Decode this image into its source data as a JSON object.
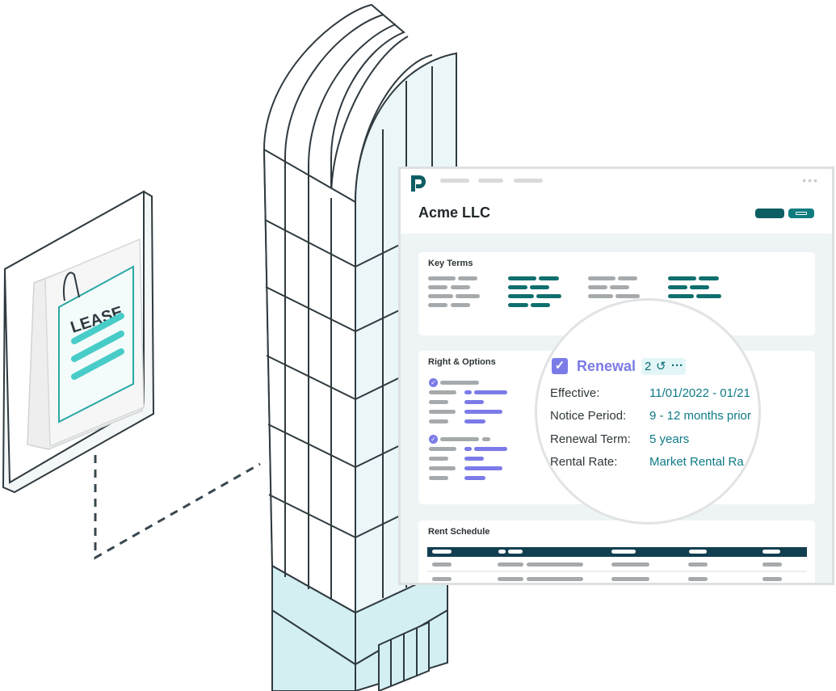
{
  "lease_doc": {
    "label": "LEASE"
  },
  "app": {
    "company": "Acme LLC",
    "logo_icon": "p-logo-icon",
    "menu_icon": "more-horizontal-icon"
  },
  "sections": {
    "key_terms": {
      "title": "Key Terms"
    },
    "rights_options": {
      "title": "Right & Options"
    },
    "rent_schedule": {
      "title": "Rent Schedule"
    }
  },
  "renewal": {
    "title": "Renewal",
    "version_count": "2",
    "history_icon": "history-icon",
    "more_icon": "more-icon",
    "fields": [
      {
        "label": "Effective:",
        "value": "11/01/2022 - 01/21"
      },
      {
        "label": "Notice Period:",
        "value": "9 - 12 months prior"
      },
      {
        "label": "Renewal Term:",
        "value": "5 years"
      },
      {
        "label": "Rental Rate:",
        "value": "Market Rental Ra"
      }
    ]
  },
  "colors": {
    "accent_purple": "#7b7be8",
    "teal_dark": "#0d5e63",
    "teal": "#0e7a86",
    "navy": "#123f50",
    "building_glass": "#eaf6f8",
    "building_base": "#d3eff2"
  }
}
